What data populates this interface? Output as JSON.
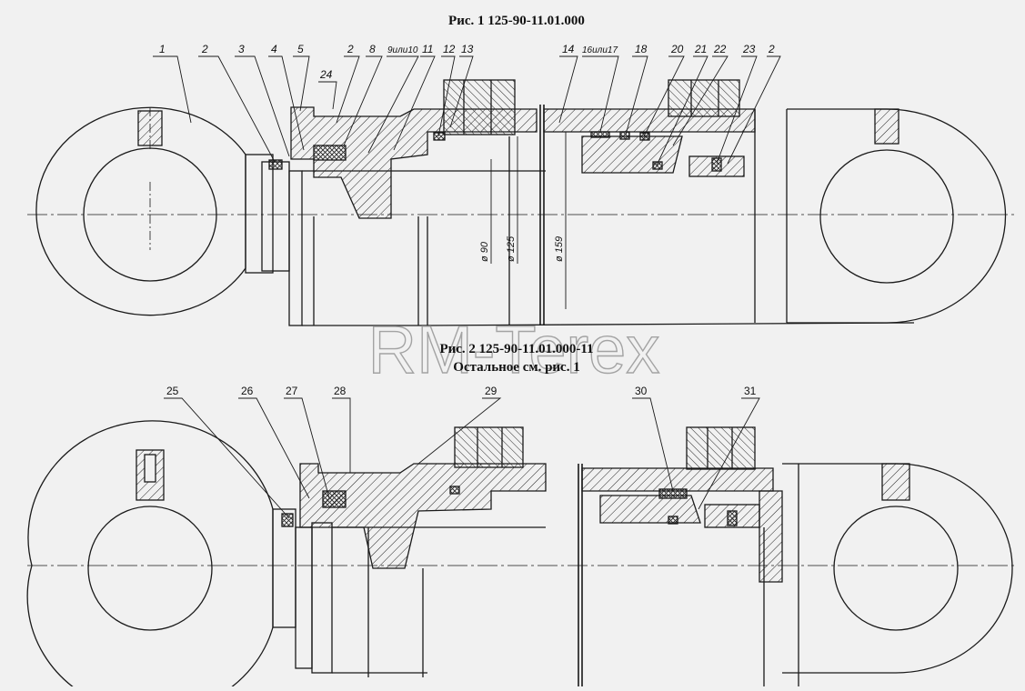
{
  "fig1": {
    "title": "Рис. 1   125-90-11.01.000",
    "labels": [
      "1",
      "2",
      "3",
      "4",
      "5",
      "24",
      "2",
      "8",
      "9или10",
      "11",
      "12",
      "13",
      "14",
      "16или17",
      "18",
      "20",
      "21",
      "22",
      "23",
      "2"
    ],
    "dims": [
      "ø 90",
      "ø 125",
      "ø 159"
    ]
  },
  "fig2": {
    "title": "Рис. 2   125-90-11.01.000-11",
    "subtitle": "Остальное см. рис. 1",
    "labels": [
      "25",
      "26",
      "27",
      "28",
      "29",
      "30",
      "31"
    ]
  },
  "watermark": "RM-Terex",
  "colors": {
    "line": "#1a1a1a",
    "background": "#f1f1f1",
    "watermark": "#8a8a8a"
  }
}
